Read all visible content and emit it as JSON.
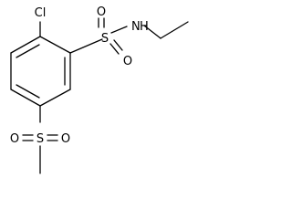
{
  "molecule": {
    "atoms": {
      "chlorine": "Cl",
      "sulfonyl_sulfur_top": "S",
      "sulfonyl_oxygen_top_left": "O",
      "sulfonyl_oxygen_top_right": "O",
      "amine_nitrogen": "N",
      "amine_hydrogen": "H",
      "sulfonyl_sulfur_bottom": "S",
      "sulfonyl_oxygen_bottom_left": "O",
      "sulfonyl_oxygen_bottom_right": "O"
    }
  }
}
